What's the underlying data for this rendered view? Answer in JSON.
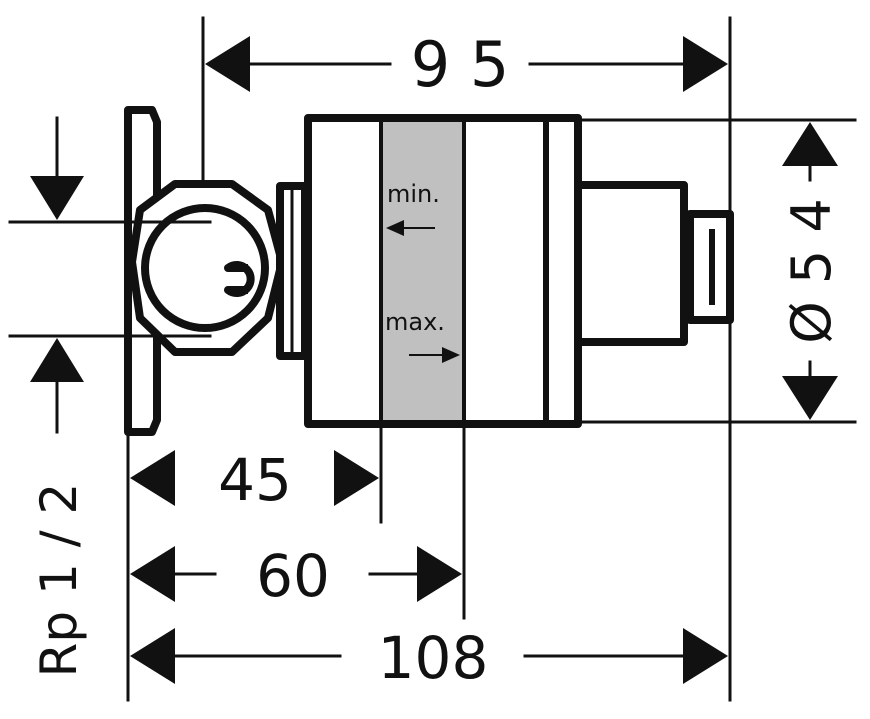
{
  "dimensions": {
    "width_overall": "9 5",
    "diameter": "Ø 5 4",
    "thread": "Rp 1 / 2",
    "depth_min": "45",
    "depth_max": "60",
    "depth_total": "108"
  },
  "markers": {
    "min": "min.",
    "max": "max."
  },
  "colors": {
    "line": "#111111",
    "adjust_zone": "#c0c0c0",
    "background": "#ffffff"
  }
}
